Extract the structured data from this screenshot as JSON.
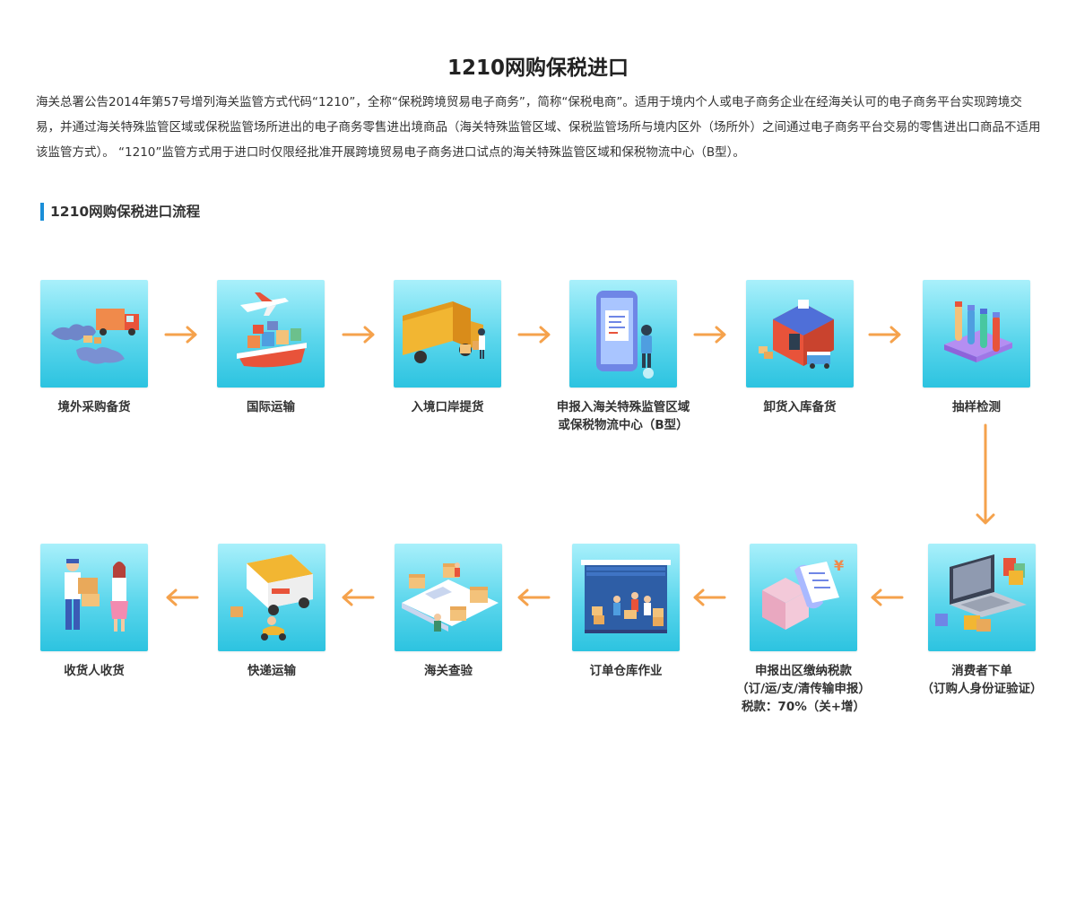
{
  "title": "1210网购保税进口",
  "intro": "海关总署公告2014年第57号增列海关监管方式代码“1210”，全称“保税跨境贸易电子商务”，简称“保税电商”。适用于境内个人或电子商务企业在经海关认可的电子商务平台实现跨境交易，并通过海关特殊监管区域或保税监管场所进出的电子商务零售进出境商品（海关特殊监管区域、保税监管场所与境内区外（场所外）之间通过电子商务平台交易的零售进出口商品不适用该监管方式）。 “1210”监管方式用于进口时仅限经批准开展跨境贸易电子商务进口试点的海关特殊监管区域和保税物流中心（B型）。",
  "section_title": "1210网购保税进口流程",
  "row1": [
    {
      "label": "境外采购备货",
      "icon": "world-map-truck-icon"
    },
    {
      "label": "国际运输",
      "icon": "plane-ship-icon"
    },
    {
      "label": "入境口岸提货",
      "icon": "truck-unload-icon"
    },
    {
      "label": "申报入海关特殊监管区域\n或保税物流中心（B型）",
      "icon": "phone-declare-icon"
    },
    {
      "label": "卸货入库备货",
      "icon": "warehouse-icon"
    },
    {
      "label": "抽样检测",
      "icon": "test-tube-icon"
    }
  ],
  "row2": [
    {
      "label": "收货人收货",
      "icon": "receive-package-icon"
    },
    {
      "label": "快递运输",
      "icon": "delivery-van-icon"
    },
    {
      "label": "海关查验",
      "icon": "conveyor-inspection-icon"
    },
    {
      "label": "订单仓库作业",
      "icon": "warehouse-operation-icon"
    },
    {
      "label": "申报出区缴纳税款\n（订/运/支/清传输申报）\n税款：70%（关+增）",
      "icon": "tax-receipt-icon"
    },
    {
      "label": "消费者下单\n（订购人身份证验证）",
      "icon": "laptop-order-icon"
    }
  ],
  "colors": {
    "accent": "#1a8fd8",
    "arrow": "#f5a24c",
    "card_top": "#a9f0fb",
    "card_bottom": "#2cc3e0"
  }
}
